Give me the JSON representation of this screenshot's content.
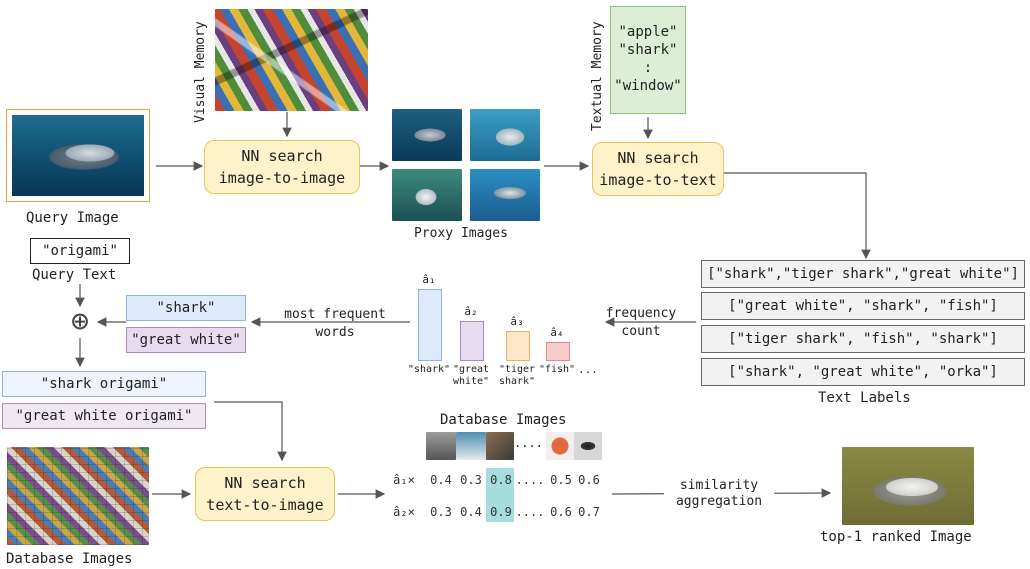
{
  "visual_memory_label": "Visual Memory",
  "textual_memory_label": "Textual Memory",
  "textual_memory_items": [
    "\"apple\"",
    "\"shark\"",
    ":",
    "\"window\""
  ],
  "query_image_label": "Query Image",
  "query_text_value": "\"origami\"",
  "query_text_label": "Query Text",
  "nn_image_to_image": [
    "NN search",
    "image-to-image"
  ],
  "nn_image_to_text": [
    "NN search",
    "image-to-text"
  ],
  "nn_text_to_image": [
    "NN search",
    "text-to-image"
  ],
  "proxy_images_label": "Proxy Images",
  "text_labels": [
    "[\"shark\",\"tiger shark\",\"great white\"]",
    "[\"great white\", \"shark\", \"fish\"]",
    "[\"tiger shark\", \"fish\", \"shark\"]",
    "[\"shark\", \"great white\", \"orka\"]"
  ],
  "text_labels_caption": "Text Labels",
  "frequency_count_label": [
    "frequency",
    "count"
  ],
  "most_frequent_label": [
    "most frequent",
    "words"
  ],
  "chart_data": {
    "type": "bar",
    "coefficient_labels": [
      "â₁",
      "â₂",
      "â₃",
      "â₄"
    ],
    "categories": [
      "\"shark\"",
      "\"great white\"",
      "\"tiger shark\"",
      "\"fish\""
    ],
    "values": [
      4,
      2.2,
      1.6,
      1
    ],
    "trailing": "..."
  },
  "words": [
    "\"shark\"",
    "\"great white\""
  ],
  "queries": [
    "\"shark origami\"",
    "\"great white origami\""
  ],
  "database_images_label": "Database Images",
  "database_images_top_label": "Database Images",
  "sim_rows": [
    {
      "coef": "â₁×",
      "values": [
        "0.4",
        "0.3",
        "0.8",
        "0.5",
        "0.6"
      ]
    },
    {
      "coef": "â₂×",
      "values": [
        "0.3",
        "0.4",
        "0.9",
        "0.6",
        "0.7"
      ]
    }
  ],
  "dots": "....",
  "similarity_aggregation_label": [
    "similarity",
    "aggregation"
  ],
  "top1_label": "top-1 ranked Image",
  "plus_symbol": "⊕",
  "colors": {
    "yellow_fill": "#fdf2c9",
    "blue_fill": "#deeafb",
    "purple_fill": "#e7dcef",
    "orange_fill": "#fde5c8",
    "red_fill": "#f9cccc",
    "green_fill": "#dcefd6",
    "teal_highlight": "#a8dde0"
  }
}
